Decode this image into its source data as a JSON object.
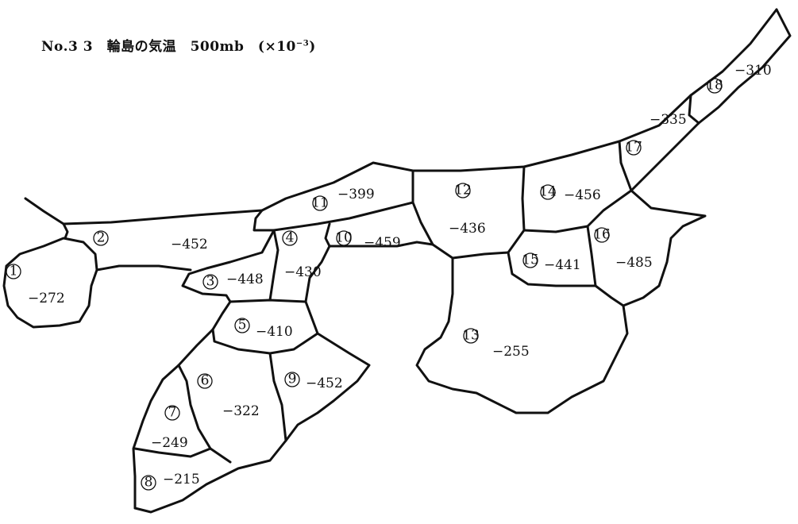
{
  "title": {
    "main": "No.3 3　輪島の気温　500mb　(×10",
    "exponent": "−3",
    "close": ")"
  },
  "regions": [
    {
      "id": "1",
      "value": "−272"
    },
    {
      "id": "2",
      "value": "−452"
    },
    {
      "id": "3",
      "value": "−448"
    },
    {
      "id": "4",
      "value": "−430"
    },
    {
      "id": "5",
      "value": "−410"
    },
    {
      "id": "6",
      "value": "−322"
    },
    {
      "id": "7",
      "value": "−249"
    },
    {
      "id": "8",
      "value": "−215"
    },
    {
      "id": "9",
      "value": "−452"
    },
    {
      "id": "10",
      "value": "−459"
    },
    {
      "id": "11",
      "value": "−399"
    },
    {
      "id": "12",
      "value": "−436"
    },
    {
      "id": "13",
      "value": "−255"
    },
    {
      "id": "14",
      "value": "−456"
    },
    {
      "id": "15",
      "value": "−441"
    },
    {
      "id": "16",
      "value": "−485"
    },
    {
      "id": "17",
      "value": "−335"
    },
    {
      "id": "18",
      "value": "−310"
    }
  ]
}
